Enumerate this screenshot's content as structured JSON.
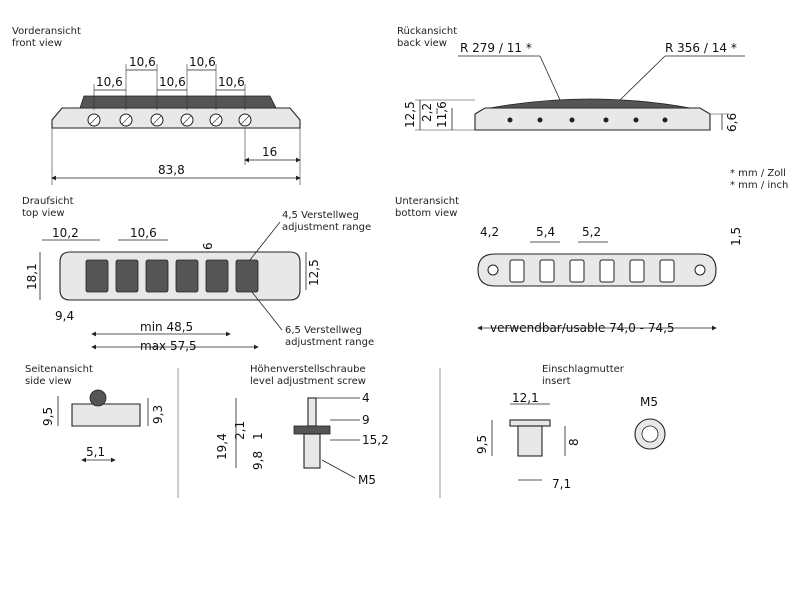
{
  "views": {
    "front": {
      "title_de": "Vorderansicht",
      "title_en": "front view"
    },
    "back": {
      "title_de": "Rückansicht",
      "title_en": "back view"
    },
    "top": {
      "title_de": "Draufsicht",
      "title_en": "top view"
    },
    "bottom": {
      "title_de": "Unteransicht",
      "title_en": "bottom view"
    },
    "side": {
      "title_de": "Seitenansicht",
      "title_en": "side view"
    },
    "screw": {
      "title_de": "Höhenverstellschraube",
      "title_en": "level adjustment screw"
    },
    "insert": {
      "title_de": "Einschlagmutter",
      "title_en": "insert"
    }
  },
  "units": {
    "line1": "* mm / Zoll",
    "line2": "* mm / inch"
  },
  "front_dims": {
    "d1": "10,6",
    "d2": "10,6",
    "d3": "10,6",
    "d4": "10,6",
    "d5": "10,6",
    "length": "83,8",
    "offset": "16"
  },
  "back_dims": {
    "radius1": "R 279 / 11 *",
    "radius2": "R 356 / 14 *",
    "h1": "12,5",
    "h2": "2,2",
    "h3": "11,6",
    "h4": "6,6"
  },
  "top_dims": {
    "d1": "10,2",
    "d2": "10,6",
    "dia": "6",
    "height": "18,1",
    "h2": "12,5",
    "d3": "9,4",
    "min": "min  48,5",
    "max": "max 57,5",
    "range1_de": "4,5 Verstellweg",
    "range1_en": "adjustment range",
    "range2_de": "6,5 Verstellweg",
    "range2_en": "adjustment range"
  },
  "bottom_dims": {
    "dia": "4,2",
    "d1": "5,4",
    "d2": "5,2",
    "h": "1,5",
    "usable": "verwendbar/usable 74,0 - 74,5"
  },
  "side_dims": {
    "h1": "9,5",
    "h2": "9,3",
    "w": "5,1"
  },
  "screw_dims": {
    "d1": "4",
    "d2": "9",
    "d3": "15,2",
    "h1": "19,4",
    "h2": "2,1",
    "h3": "1",
    "h4": "9,8",
    "thread": "M5"
  },
  "insert_dims": {
    "d1": "12,1",
    "h1": "9,5",
    "h2": "8",
    "d2": "7,1",
    "thread": "M5"
  }
}
